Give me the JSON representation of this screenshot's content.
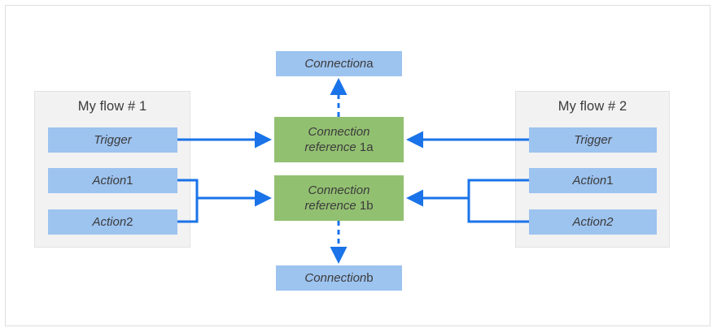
{
  "diagram": {
    "title_not_rendered": "",
    "colors": {
      "step_blue": "#9DC3EF",
      "reference_green": "#92C071",
      "connection_blue": "#9DC3EF",
      "arrow_blue": "#1A73E8",
      "flow_background": "#F2F2F2",
      "frame_border": "#DEDEDE",
      "text": "#3B3B3B"
    },
    "flows": [
      {
        "id": "flow-1",
        "title": "My flow # 1",
        "steps": [
          {
            "id": "trigger",
            "italic": "Trigger",
            "regular": ""
          },
          {
            "id": "action-1",
            "italic": "Action",
            "regular": " 1"
          },
          {
            "id": "action-2",
            "italic": "Action",
            "regular": " 2"
          }
        ]
      },
      {
        "id": "flow-2",
        "title": "My flow # 2",
        "steps": [
          {
            "id": "trigger",
            "italic": "Trigger",
            "regular": ""
          },
          {
            "id": "action-1",
            "italic": "Action",
            "regular": " 1"
          },
          {
            "id": "action-2",
            "italic": "Action2",
            "regular": ""
          }
        ]
      }
    ],
    "references": [
      {
        "id": "ref-1a",
        "line1": "Connection",
        "line2_italic": "reference",
        "line2_regular": " 1a"
      },
      {
        "id": "ref-1b",
        "line1": "Connection",
        "line2_italic": "reference",
        "line2_regular": " 1b"
      }
    ],
    "connections": [
      {
        "id": "connection-a",
        "italic": "Connection",
        "regular": " a"
      },
      {
        "id": "connection-b",
        "italic": "Connection",
        "regular": " b"
      }
    ]
  }
}
